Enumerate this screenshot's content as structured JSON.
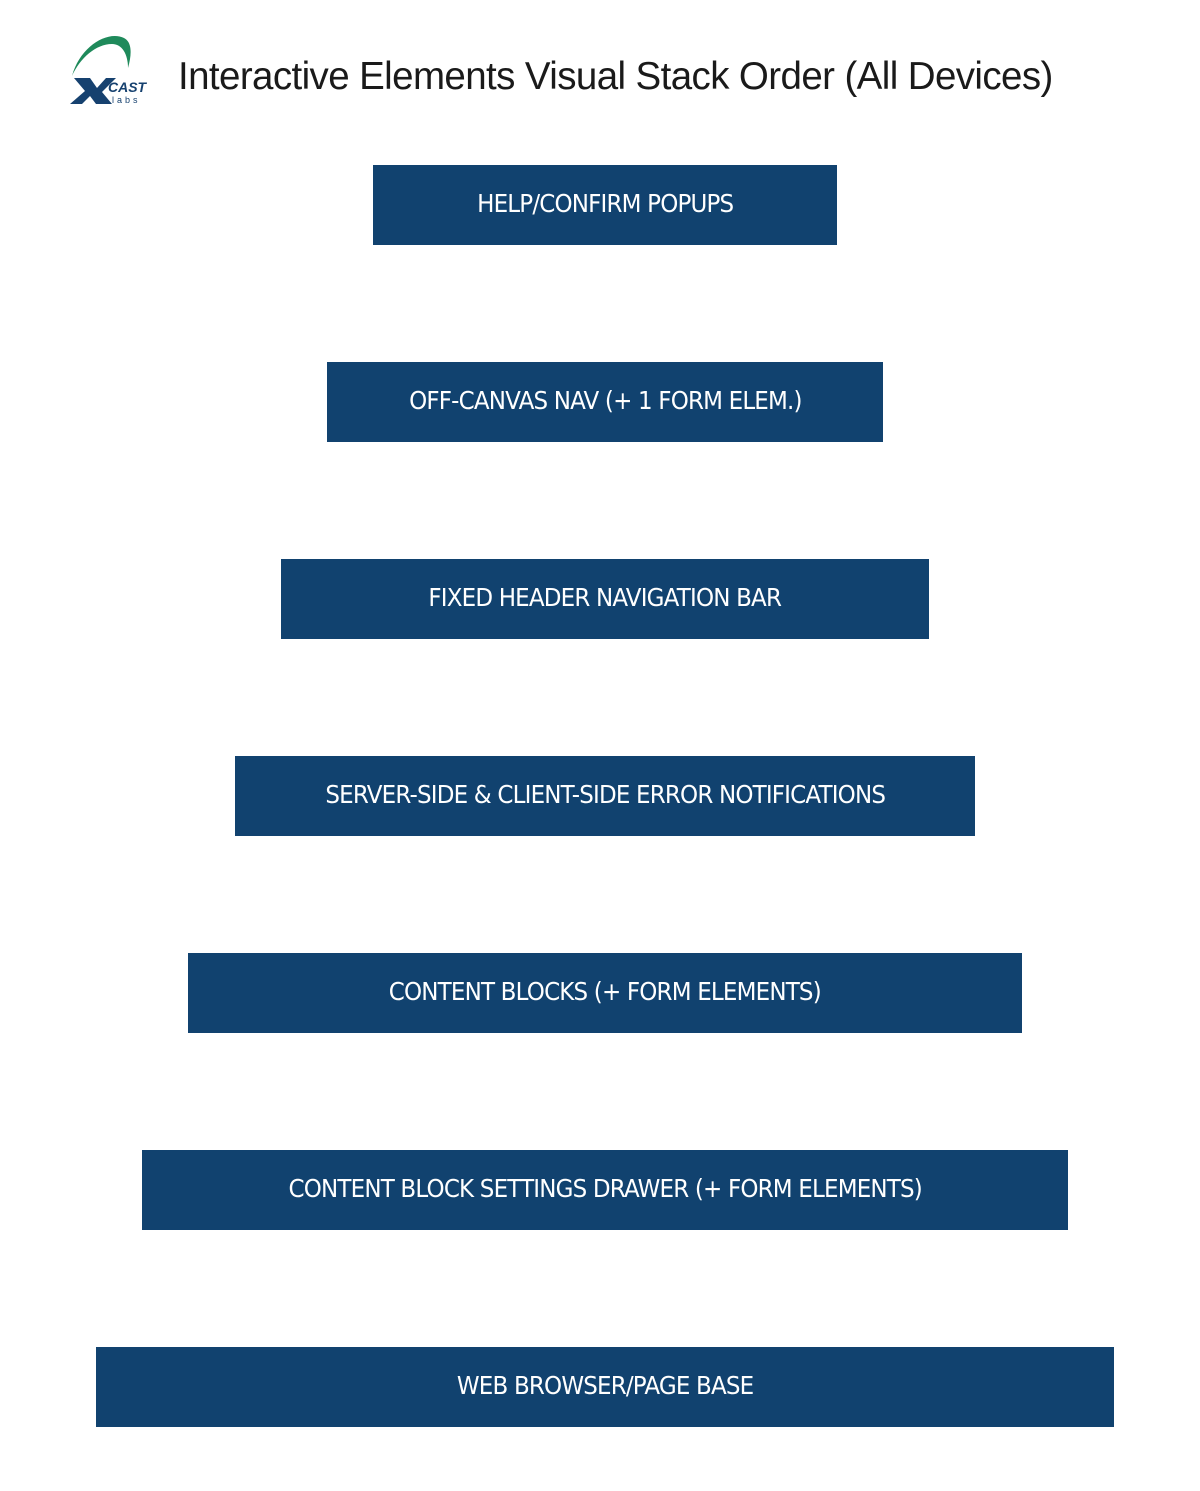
{
  "header": {
    "logo": {
      "icon": "xcast-labs-logo-icon",
      "text_primary": "CAST",
      "text_secondary": "labs",
      "letter": "X",
      "colors": {
        "arc": "#1f8a5b",
        "mark": "#16416f"
      }
    },
    "title": "Interactive Elements Visual Stack Order (All Devices)"
  },
  "stack": {
    "box_color": "#11426f",
    "text_color": "#ffffff",
    "layers": [
      {
        "label": "HELP/CONFIRM POPUPS"
      },
      {
        "label": "OFF-CANVAS NAV (+ 1 FORM ELEM.)"
      },
      {
        "label": "FIXED HEADER NAVIGATION BAR"
      },
      {
        "label": "SERVER-SIDE & CLIENT-SIDE ERROR NOTIFICATIONS"
      },
      {
        "label": "CONTENT BLOCKS (+ FORM ELEMENTS)"
      },
      {
        "label": "CONTENT BLOCK SETTINGS DRAWER (+ FORM ELEMENTS)"
      },
      {
        "label": "WEB BROWSER/PAGE BASE"
      }
    ]
  }
}
